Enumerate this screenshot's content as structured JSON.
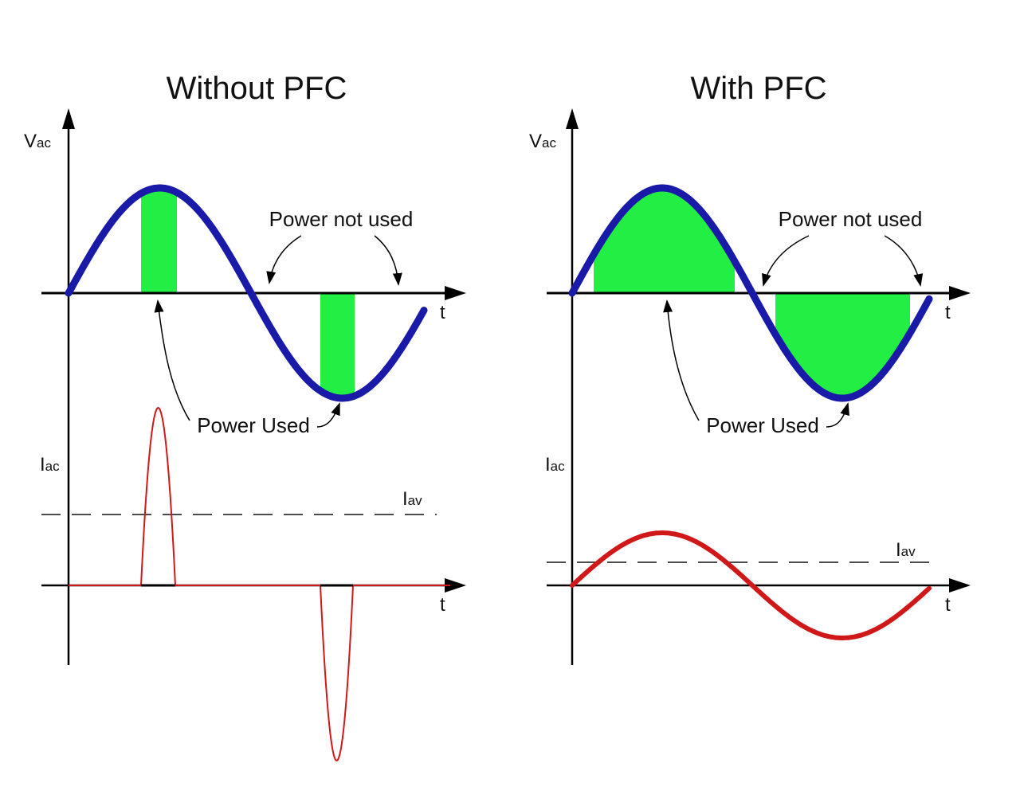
{
  "left": {
    "title": "Without PFC",
    "v_axis": {
      "label": "V",
      "sub": "ac"
    },
    "i_axis": {
      "label": "I",
      "sub": "ac"
    },
    "iav": {
      "label": "I",
      "sub": "av"
    },
    "t_label": "t",
    "power_not_used": "Power not used",
    "power_used": "Power Used"
  },
  "right": {
    "title": "With PFC",
    "v_axis": {
      "label": "V",
      "sub": "ac"
    },
    "i_axis": {
      "label": "I",
      "sub": "ac"
    },
    "iav": {
      "label": "I",
      "sub": "av"
    },
    "t_label": "t",
    "power_not_used": "Power not used",
    "power_used": "Power Used"
  },
  "colors": {
    "voltage": "#1a1aa8",
    "current": "#d01818",
    "power_used": "#22ee44"
  }
}
